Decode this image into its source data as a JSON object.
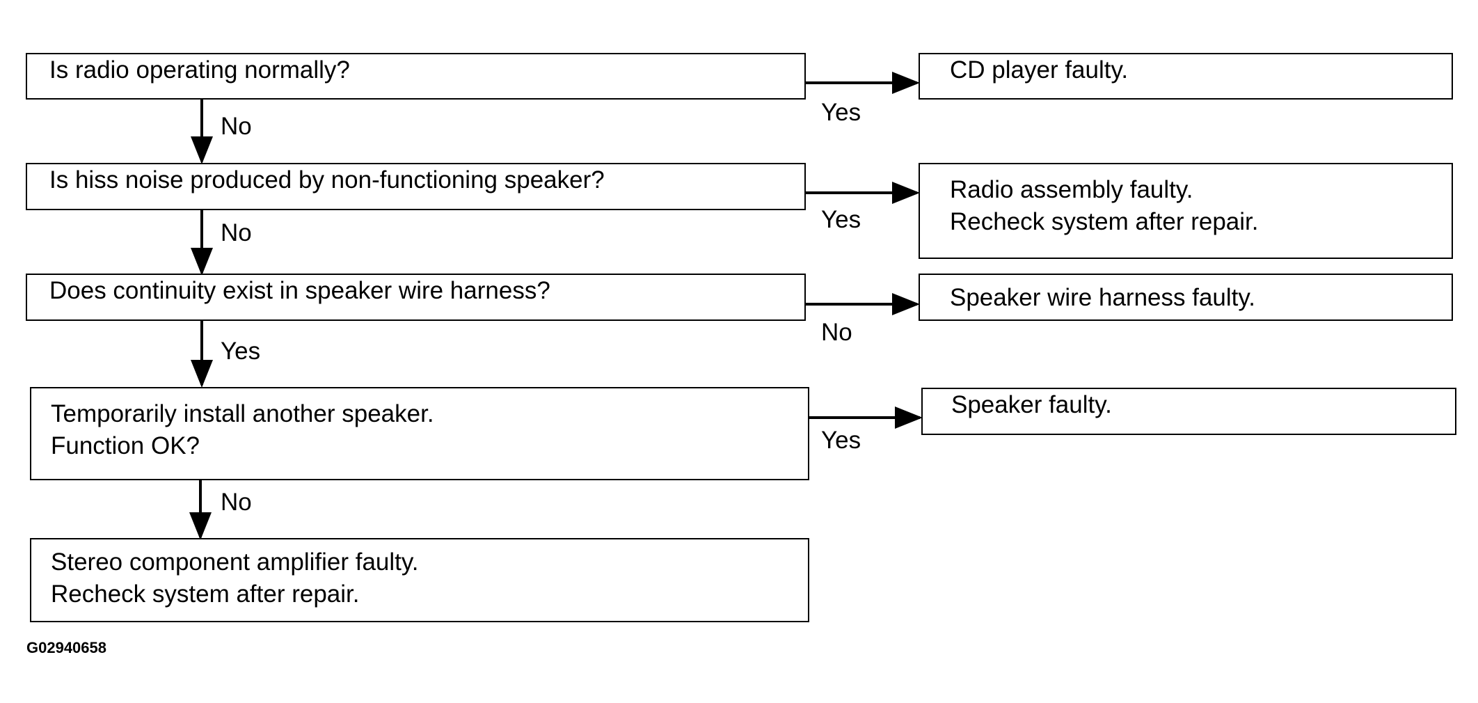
{
  "flowchart": {
    "questions": [
      {
        "lines": [
          "Is radio operating normally?"
        ]
      },
      {
        "lines": [
          "Is hiss noise produced by non-functioning speaker?"
        ]
      },
      {
        "lines": [
          "Does continuity exist in speaker wire harness?"
        ]
      },
      {
        "lines": [
          "Temporarily install another speaker.",
          "Function OK?"
        ]
      }
    ],
    "final_result": {
      "lines": [
        "Stereo component amplifier faulty.",
        "Recheck system after repair."
      ]
    },
    "results": [
      {
        "lines": [
          "CD player faulty."
        ]
      },
      {
        "lines": [
          "Radio assembly faulty.",
          "Recheck system after repair."
        ]
      },
      {
        "lines": [
          "Speaker wire harness faulty."
        ]
      },
      {
        "lines": [
          "Speaker faulty."
        ]
      }
    ],
    "down_labels": [
      "No",
      "No",
      "Yes",
      "No"
    ],
    "side_labels": [
      "Yes",
      "Yes",
      "No",
      "Yes"
    ]
  },
  "figure_id": "G02940658"
}
